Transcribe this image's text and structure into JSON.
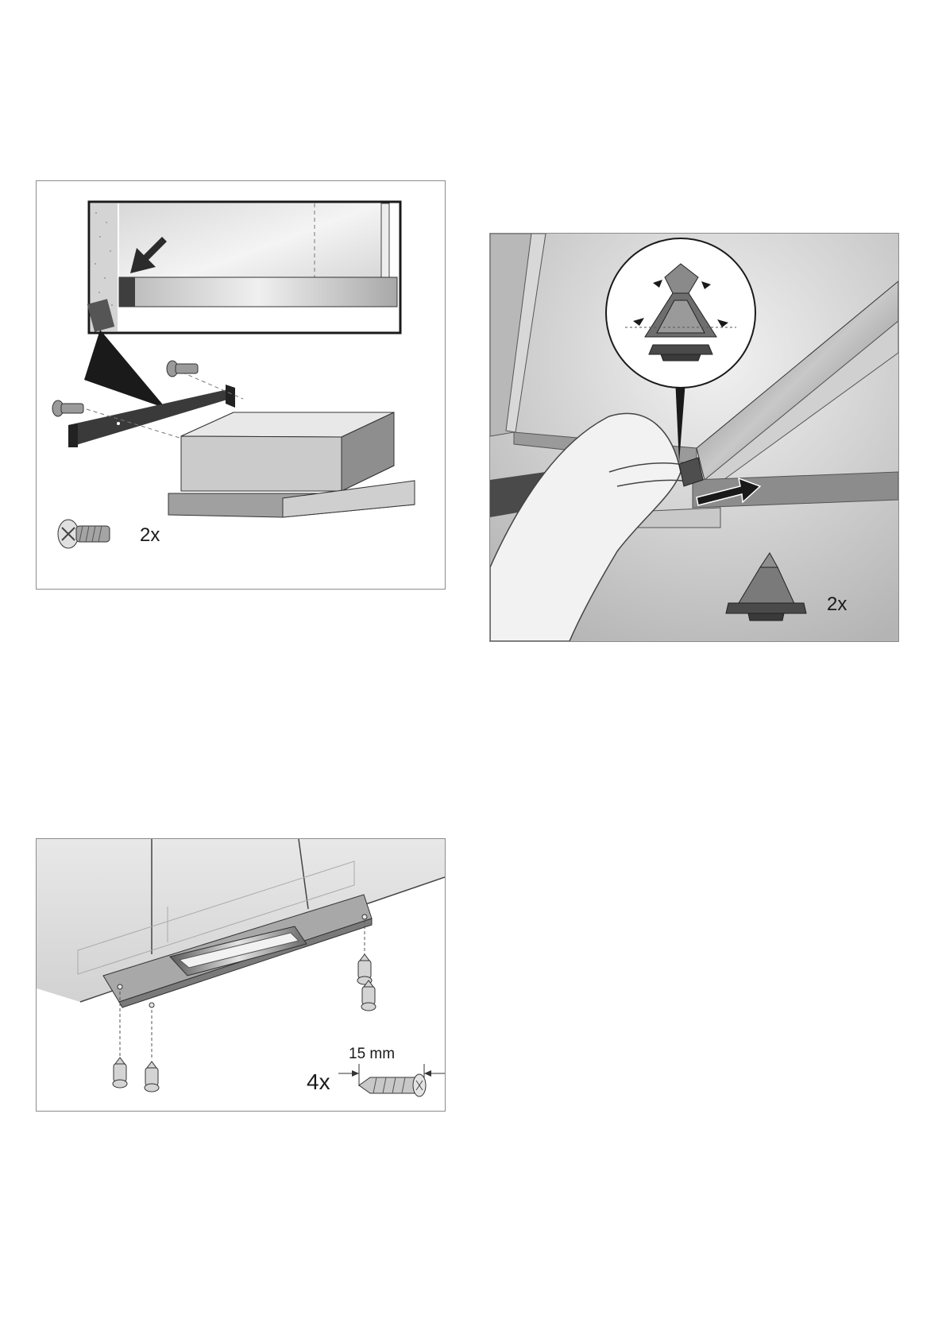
{
  "figures": [
    {
      "id": "rear-bracket-mounting",
      "quantity_label": "2x"
    },
    {
      "id": "clip-insertion",
      "quantity_label": "2x"
    },
    {
      "id": "ceiling-screw-fixing",
      "quantity_label": "4x",
      "dimension_label": "15 mm"
    }
  ],
  "colors": {
    "border": "#8c8c8c",
    "line": "#1a1a1a",
    "steel_light": "#e6e6e6",
    "steel_dark": "#5a5a5a",
    "arrow": "#2b2b2b"
  }
}
